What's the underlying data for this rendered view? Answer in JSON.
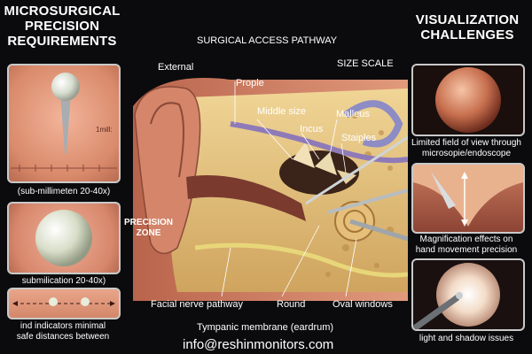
{
  "left": {
    "title_lines": [
      "MICROSURGICAL",
      "PRECISION",
      "REQUIREMENTS"
    ],
    "panel1_ruler_label": "1mill:",
    "panel1_caption": "(sub-millimeten 20-40x)",
    "panel2_caption": "submilication 20-40x)",
    "panel3_caption_lines": [
      "ind indicators minimal",
      "safe distances between"
    ]
  },
  "right": {
    "title_lines": [
      "VISUALIZATION",
      "CHALLENGES"
    ],
    "caption1_lines": [
      "Limited field of view through",
      "microsopie/endoscope"
    ],
    "caption2_lines": [
      "Magnification effects on",
      "hand movement precision"
    ],
    "caption3": "light and shadow issues"
  },
  "center": {
    "header": "SURGICAL ACCESS PATHWAY",
    "size_scale": "SIZE SCALE",
    "labels": {
      "external": "External",
      "prople": "Prople",
      "middle_size": "Middle size",
      "incus": "Incus",
      "malleus": "Malleus",
      "staiples": "Staiples",
      "precision_zone_lines": [
        "PRECISION",
        "ZONE"
      ],
      "facial_nerve": "Facial nerve pathway",
      "round": "Round",
      "oval_windows": "Oval windows",
      "tympanic": "Tympanic membrane (eardrum)"
    }
  },
  "footer": {
    "email": "info@reshinmonitors.com"
  },
  "colors": {
    "background": "#0b0b0d",
    "panel_border": "#c9c9c9",
    "skin": "#d98a6b",
    "bone": "#e7c884"
  }
}
